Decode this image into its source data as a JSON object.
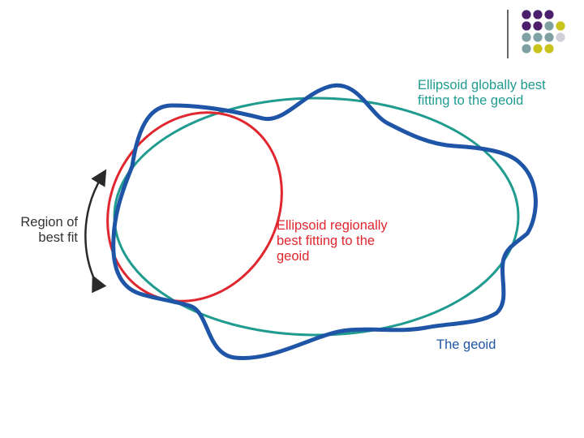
{
  "colors": {
    "global_ellipsoid": "#1f9b8f",
    "regional_ellipsoid": "#e0262e",
    "geoid": "#1f55a6",
    "arrow": "#2a2a2a",
    "label_text": "#333333",
    "dot_purple": "#4b1f6b",
    "dot_teal": "#7fa1a3",
    "dot_yellow": "#c9c31d",
    "dot_light": "#cfd0d8",
    "divider": "#333333"
  },
  "labels": {
    "global_ellipsoid": "Ellipsoid globally best\nfitting to the geoid",
    "regional_ellipsoid": "Ellipsoid regionally\nbest fitting to the\ngeoid",
    "geoid": "The geoid",
    "region": "Region of\nbest fit"
  },
  "decoration": {
    "dot_grid": [
      [
        "dot_purple",
        "dot_purple",
        "dot_purple",
        null
      ],
      [
        "dot_purple",
        "dot_purple",
        "dot_teal",
        "dot_yellow"
      ],
      [
        "dot_teal",
        "dot_teal",
        "dot_teal",
        "dot_light"
      ],
      [
        "dot_teal",
        "dot_yellow",
        "dot_yellow",
        null
      ]
    ]
  }
}
